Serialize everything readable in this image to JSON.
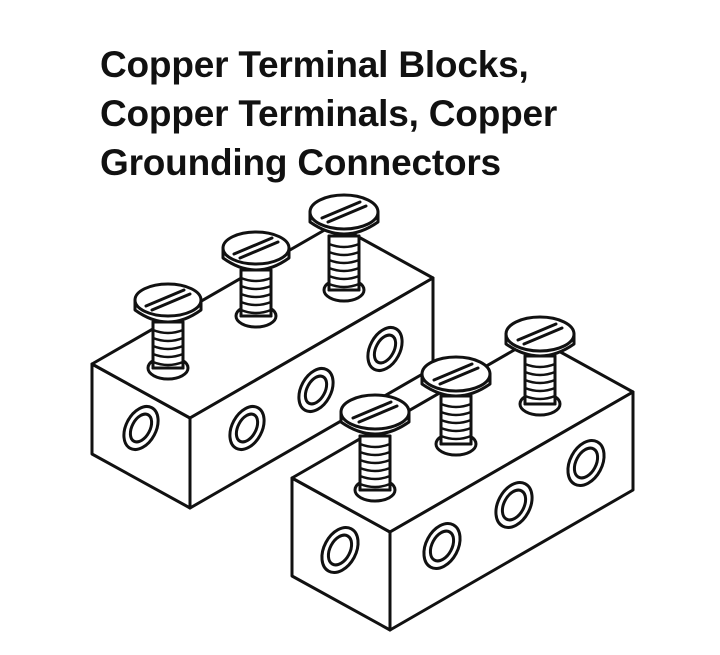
{
  "title": {
    "line1": "Copper Terminal Blocks,",
    "line2": "Copper Terminals, Copper",
    "line3": "Grounding Connectors"
  },
  "illustration": {
    "subject": "two three-screw terminal blocks",
    "style": "black outline line art",
    "stroke_color": "#111111",
    "background_color": "#ffffff"
  }
}
